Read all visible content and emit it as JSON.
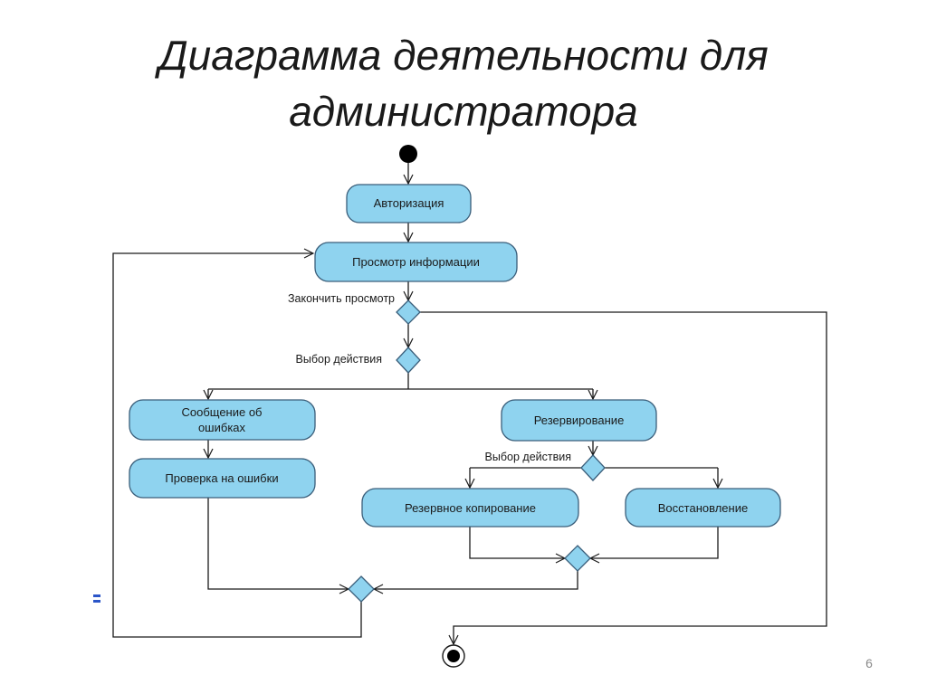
{
  "slide": {
    "title_line1": "Диаграмма деятельности для",
    "title_line2": "администратора",
    "page_number": "6"
  },
  "diagram": {
    "activities": {
      "auth": "Авторизация",
      "view": "Просмотр информации",
      "error_msg_line1": "Сообщение об",
      "error_msg_line2": "ошибках",
      "error_check": "Проверка на ошибки",
      "reservation": "Резервирование",
      "backup": "Резервное копирование",
      "restore": "Восстановление"
    },
    "guards": {
      "finish_view": "Закончить просмотр",
      "choose_action_1": "Выбор действия",
      "choose_action_2": "Выбор действия"
    }
  },
  "colors": {
    "node_fill": "#8fd3ef",
    "node_stroke": "#3a5e7a",
    "line": "#1a1a1a"
  }
}
